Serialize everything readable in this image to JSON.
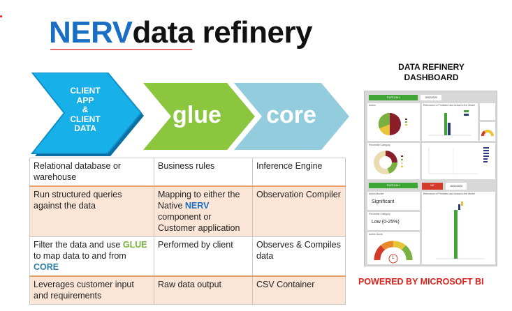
{
  "title": {
    "nerv": "NERV",
    "rest": "data refinery"
  },
  "arrows": {
    "client": {
      "line1": "CLIENT",
      "line2": "APP",
      "line3": "&",
      "line4": "CLIENT",
      "line5": "DATA",
      "color": "#17b0e8"
    },
    "glue": {
      "label": "glue",
      "color": "#8cc63f"
    },
    "core": {
      "label": "core",
      "color": "#93cddd"
    }
  },
  "table": {
    "r1": {
      "c1": "Relational database or warehouse",
      "c2": "Business rules",
      "c3": "Inference Engine"
    },
    "r2": {
      "c1": "Run structured queries against the data",
      "c2a": "Mapping to either the Native ",
      "c2kw": "NERV",
      "c2b": " component or Customer application",
      "c3": "Observation Compiler"
    },
    "r3": {
      "c1a": "Filter the data and use ",
      "c1kw1": "GLUE",
      "c1b": " to map data to and from ",
      "c1kw2": "CORE",
      "c2": "Performed by client",
      "c3": "Observes & Compiles data"
    },
    "r4": {
      "c1": "Leverages customer input and requirements",
      "c2": "Raw data output",
      "c3": "CSV Container"
    }
  },
  "dashboard": {
    "heading_line1": "DATA REFINERY",
    "heading_line2": "DASHBOARD",
    "badge_top": "EURO/AH",
    "date_top": "10/02/2020",
    "badge_mid": "EURO/AH",
    "red_badge": "NE",
    "date_mid": "10/02/2020",
    "significance": "Significant",
    "percentile": "Low (0-25%)",
    "gauge_value": "1",
    "panel_action": "Action",
    "panel_relevance": "Relevance of Predicted and Actual to the Model",
    "panel_percentile": "Percentile Category",
    "panel_action_bucket": "Action Bucket",
    "panel_action_score": "Action Score"
  },
  "powered_by": "POWERED BY MICROSOFT BI"
}
